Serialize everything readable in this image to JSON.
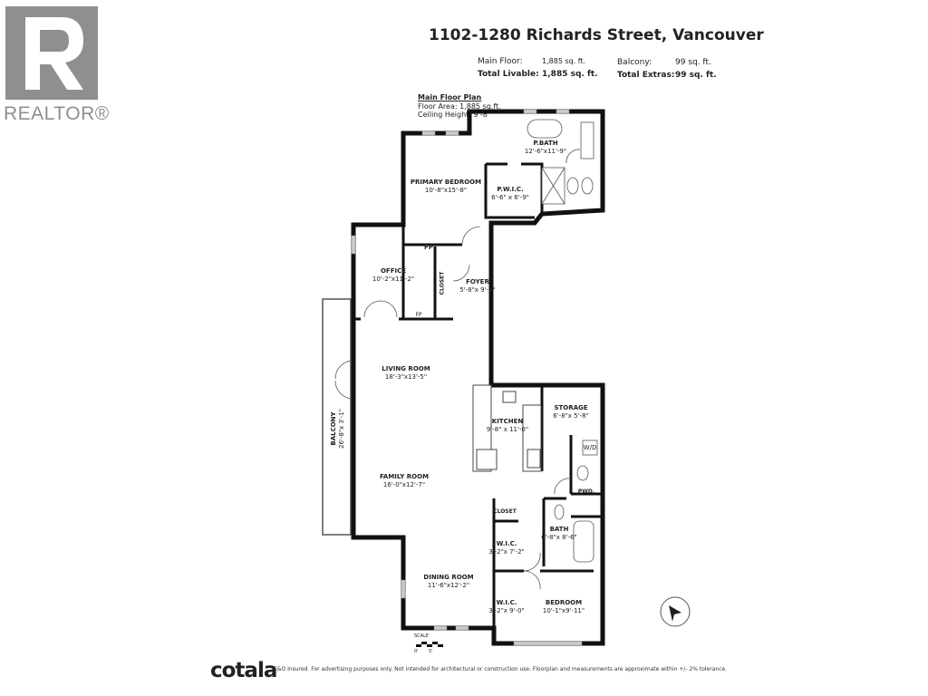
{
  "logo": {
    "brand": "REALTOR®"
  },
  "header": {
    "address": "1102-1280 Richards Street, Vancouver",
    "main_floor_label": "Main Floor:",
    "main_floor_value": "1,885 sq. ft.",
    "total_livable_label": "Total Livable:",
    "total_livable_value": "1,885 sq. ft.",
    "balcony_label": "Balcony:",
    "balcony_value": "99 sq. ft.",
    "total_extras_label": "Total Extras:",
    "total_extras_value": "99 sq. ft."
  },
  "plan_info": {
    "title": "Main Floor Plan",
    "floor_area": "Floor Area: 1,885 sq.ft.",
    "ceiling_height": "Ceiling Height: 9'-8\""
  },
  "rooms": [
    {
      "name": "P.BATH",
      "dims": "12'-6\"x11'-9\""
    },
    {
      "name": "PRIMARY BEDROOM",
      "dims": "10'-8\"x15'-8\""
    },
    {
      "name": "P.W.I.C.",
      "dims": "6'-6\" x 6'-9\""
    },
    {
      "name": "OFFICE",
      "dims": "10'-2\"x11'-2\""
    },
    {
      "name": "FOYER",
      "dims": "5'-8\"x 9'-1\""
    },
    {
      "name": "LIVING ROOM",
      "dims": "18'-3\"x13'-5\""
    },
    {
      "name": "KITCHEN",
      "dims": "9'-8\" x 11'-0\""
    },
    {
      "name": "STORAGE",
      "dims": "6'-8\"x 5'-8\""
    },
    {
      "name": "FAMILY ROOM",
      "dims": "16'-0\"x12'-7\""
    },
    {
      "name": "BATH",
      "dims": "6'-8\"x 8'-6\""
    },
    {
      "name": "W.I.C.",
      "dims": "3'-2\"x 7'-2\""
    },
    {
      "name": "DINING ROOM",
      "dims": "11'-6\"x12'-2\""
    },
    {
      "name": "W.I.C.",
      "dims": "3'-2\"x 9'-0\""
    },
    {
      "name": "BEDROOM",
      "dims": "10'-1\"x9'-11\""
    },
    {
      "name": "BALCONY",
      "dims": "26'-8\"x 3'-1\""
    }
  ],
  "small_labels": {
    "fp": "FP",
    "closet": "CLOSET",
    "wd": "W/D",
    "pwd": "PWD."
  },
  "scale": {
    "label": "SCALE",
    "min": "0'",
    "max": "5'"
  },
  "footer": {
    "brand": "cotala",
    "disclaimer": "E&O Insured. For advertising purposes only. Not intended for architectural or construction use. Floorplan and measurements are approximate within +/- 2% tolerance."
  }
}
